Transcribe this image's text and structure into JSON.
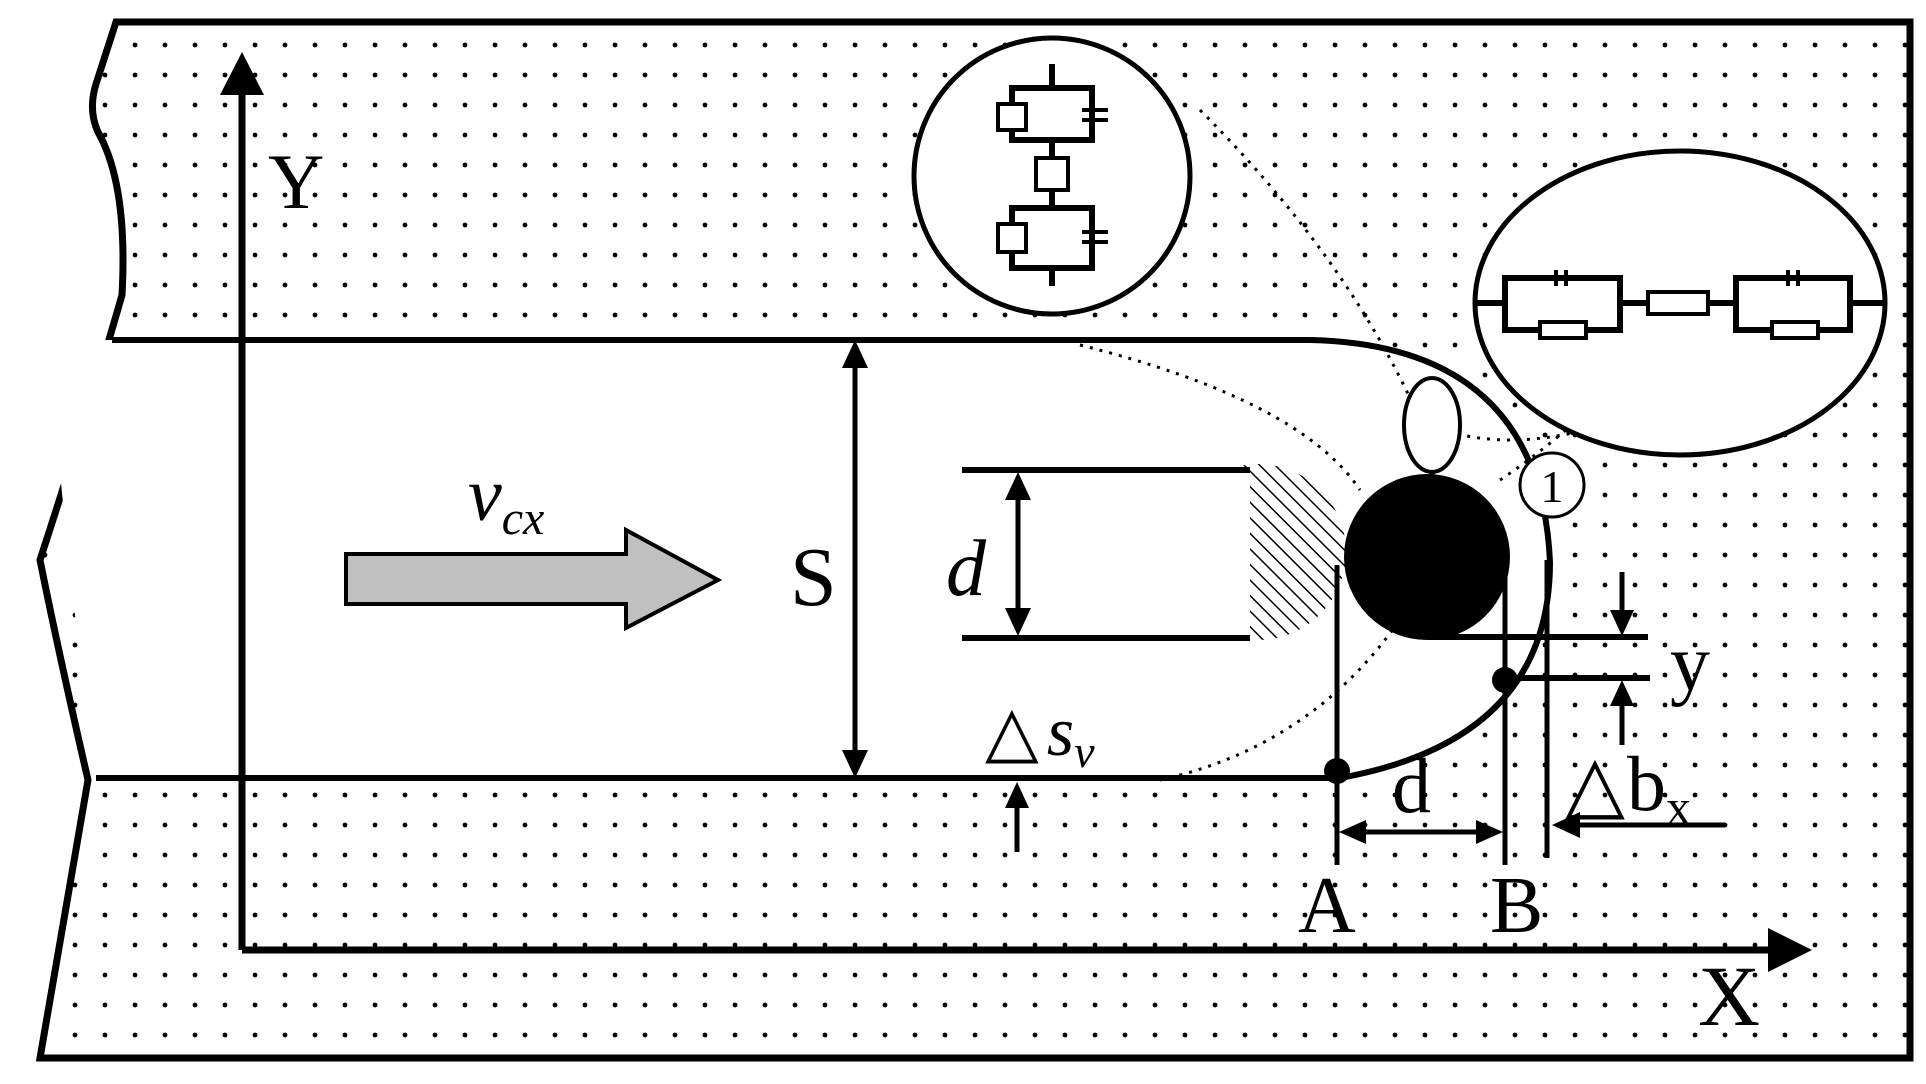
{
  "labels": {
    "y_axis": "Y",
    "x_axis": "X",
    "velocity_main": "v",
    "velocity_sub": "cx",
    "gap_width": "S",
    "diameter_left": "d",
    "delta_sv_symbol": "△",
    "delta_sv_main": "s",
    "delta_sv_sub": "v",
    "diameter_bottom": "d",
    "y_offset": "y",
    "delta_bx_symbol": "△",
    "delta_bx_main": "b",
    "delta_bx_sub": "x",
    "point_a": "A",
    "point_b": "B",
    "callout_number": "1"
  },
  "colors": {
    "stroke": "#000000",
    "arrow_fill": "#c0c0c0",
    "dot": "#000000",
    "background": "#ffffff"
  }
}
